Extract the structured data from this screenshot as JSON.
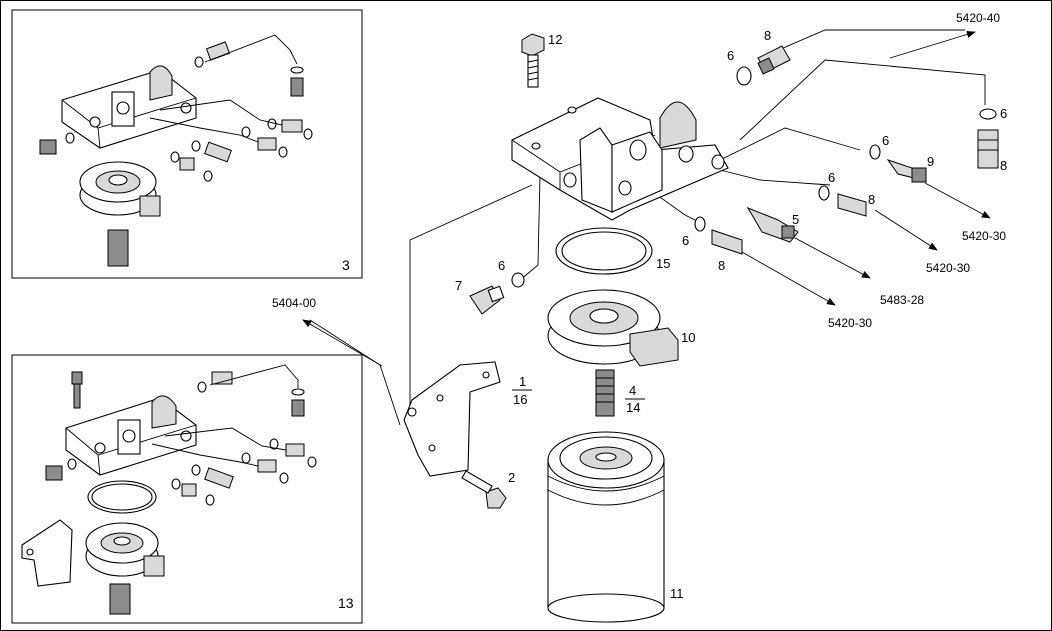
{
  "callouts": {
    "p1_16_num": "1",
    "p1_16_den": "16",
    "p2": "2",
    "p4_14_num": "4",
    "p4_14_den": "14",
    "p5": "5",
    "p6a": "6",
    "p6b": "6",
    "p6c": "6",
    "p6d": "6",
    "p6e": "6",
    "p6f": "6",
    "p7": "7",
    "p8a": "8",
    "p8b": "8",
    "p8c": "8",
    "p8d": "8",
    "p9": "9",
    "p10": "10",
    "p11": "11",
    "p12": "12",
    "p15": "15"
  },
  "references": {
    "r5420_40": "5420-40",
    "r5420_30a": "5420-30",
    "r5420_30b": "5420-30",
    "r5420_30c": "5420-30",
    "r5483_28": "5483-28",
    "r5404_00": "5404-00"
  },
  "insets": {
    "top_left": "3",
    "bottom_left": "13"
  }
}
